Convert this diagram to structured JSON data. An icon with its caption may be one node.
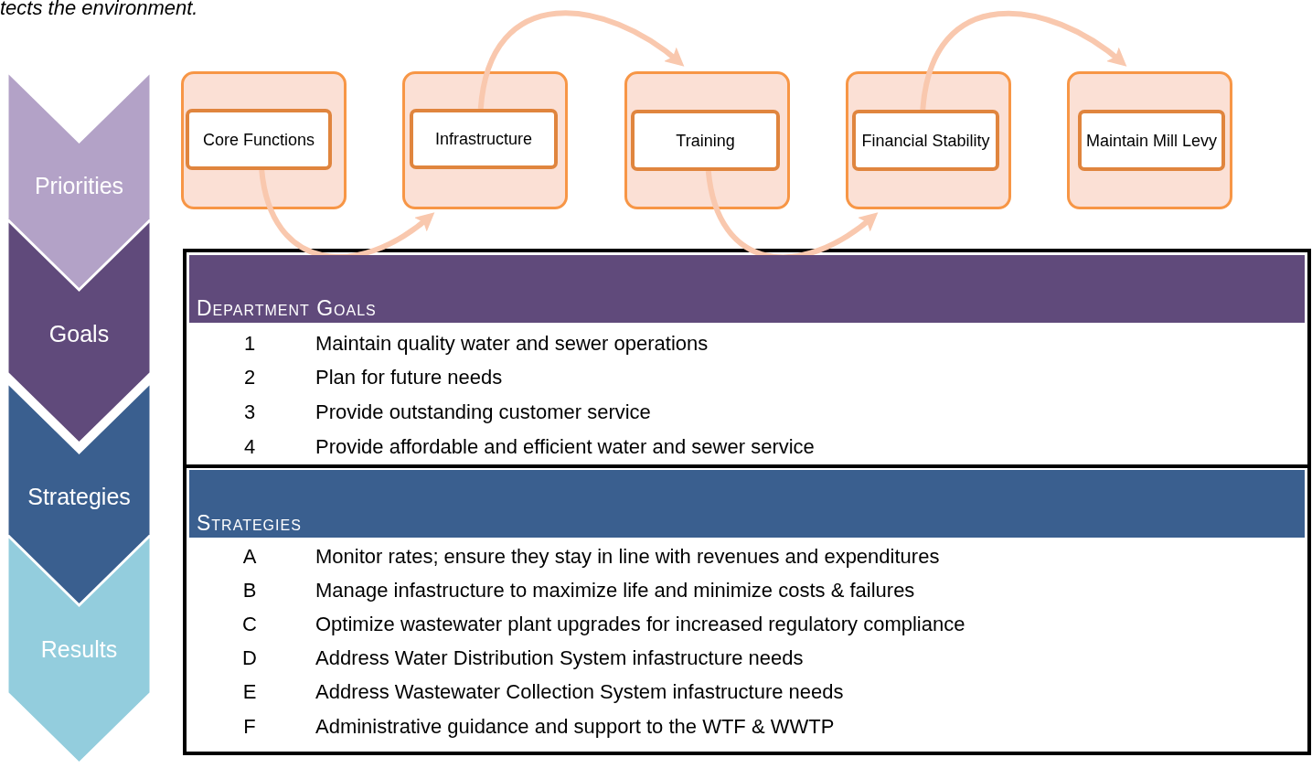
{
  "diagram": {
    "nodes": [
      {
        "text": [
          "Priorities"
        ]
      },
      {
        "text": [
          "Goals"
        ]
      },
      {
        "text": [
          "Strategies"
        ]
      },
      {
        "text": [
          "Results"
        ]
      },
      {
        "text": [],
        "shape": "box"
      },
      {
        "text": [
          "Core Functions"
        ],
        "in": 4
      },
      {
        "text": [],
        "shape": "box"
      },
      {
        "text": [
          "Infrastructure"
        ],
        "in": 6
      },
      {
        "text": [],
        "shape": "box"
      },
      {
        "text": [
          "Training"
        ],
        "in": 8
      },
      {
        "text": [],
        "shape": "box"
      },
      {
        "text": [
          "Financial Stability"
        ],
        "in": 10
      },
      {
        "text": [],
        "shape": "box"
      },
      {
        "text": [
          "Maintain Mill Levy"
        ],
        "in": 12
      },
      {
        "text": [
          "Department Goals"
        ]
      },
      {
        "text": [
          "Strategies"
        ]
      }
    ],
    "edges": [
      {
        "from": 5,
        "to": 6,
        "arrow": "to"
      },
      {
        "from": 7,
        "to": 8,
        "arrow": "to"
      },
      {
        "from": 9,
        "to": 10,
        "arrow": "to"
      },
      {
        "from": 11,
        "to": 12,
        "arrow": "to"
      }
    ],
    "labels": [
      "tects the environment.",
      "1",
      "Maintain quality water and sewer operations",
      "2",
      "Plan for future needs",
      "3",
      "Provide outstanding customer service",
      "4",
      "Provide affordable and efficient water and sewer service",
      "A",
      "Monitor rates; ensure they stay in line with revenues and expenditures",
      "B",
      "Manage infastructure to maximize life and minimize costs & failures",
      "C",
      "Optimize wastewater plant upgrades for increased regulatory compliance",
      "D",
      "Address Water Distribution System infastructure needs",
      "E",
      "Address Wastewater Collection System infastructure needs",
      "F",
      "Administrative guidance and support to the WTF & WWTP"
    ]
  }
}
